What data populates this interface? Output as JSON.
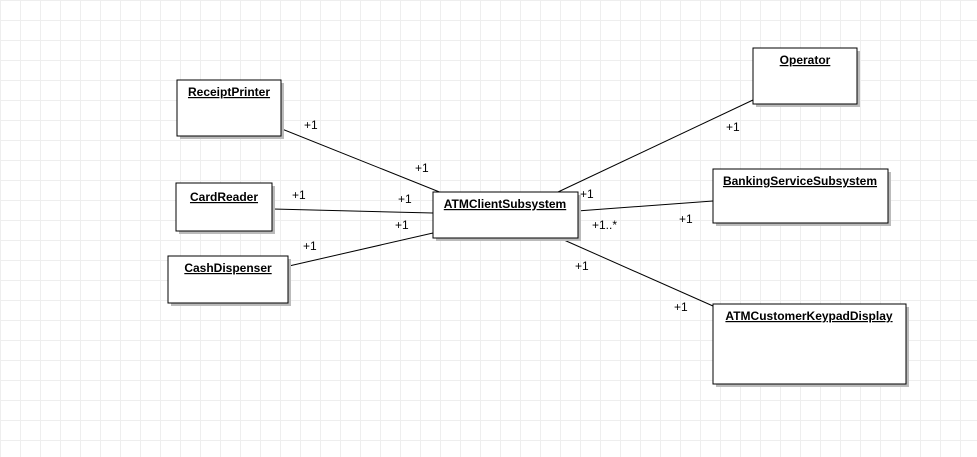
{
  "diagram": {
    "classes": {
      "receipt_printer": "ReceiptPrinter",
      "card_reader": "CardReader",
      "cash_dispenser": "CashDispenser",
      "atm_client": "ATMClientSubsystem",
      "operator": "Operator",
      "banking_service": "BankingServiceSubsystem",
      "keypad_display": "ATMCustomerKeypadDisplay"
    },
    "multiplicities": {
      "receipt_printer_end": "+1",
      "receipt_printer_client_end": "+1",
      "card_reader_end": "+1",
      "card_reader_client_end": "+1",
      "cash_dispenser_end": "+1",
      "cash_dispenser_client_end": "+1",
      "operator_end": "+1",
      "operator_client_end": "+1",
      "banking_service_end": "+1",
      "banking_service_client_end": "+1..*",
      "keypad_display_end": "+1",
      "keypad_display_client_end": "+1"
    }
  }
}
